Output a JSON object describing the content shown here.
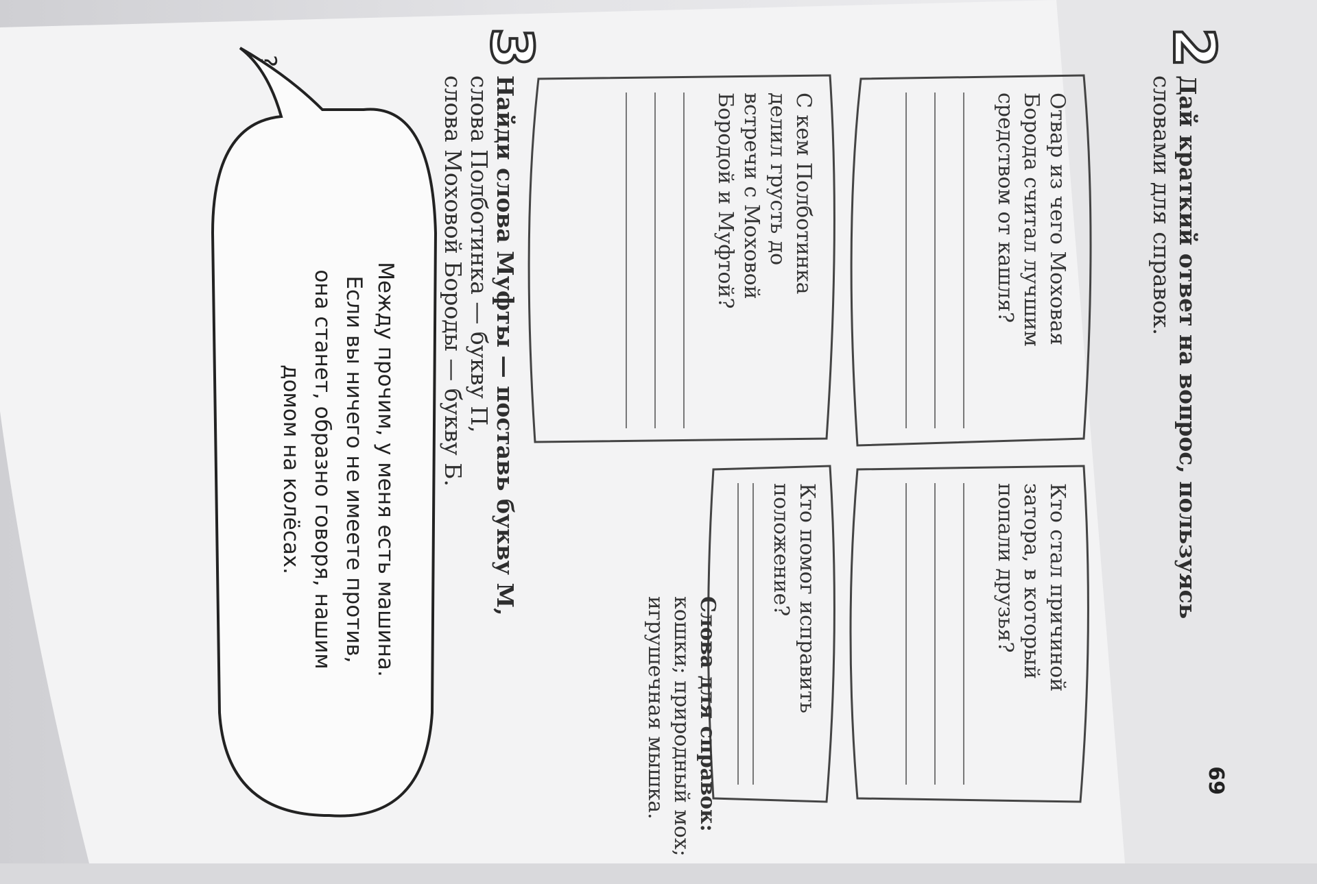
{
  "page_number": "69",
  "task2": {
    "number": "2",
    "line1": "Дай краткий ответ на вопрос, пользуясь",
    "line2": "словами для справок."
  },
  "cards": [
    {
      "q_lines": [
        "Отвар из чего Моховая",
        "Борода считал лучшим",
        "средством от кашля?"
      ]
    },
    {
      "q_lines": [
        "Кто стал причиной",
        "затора, в который",
        "попали друзья?"
      ]
    },
    {
      "q_lines": [
        "С кем Полботинка",
        "делил грусть до",
        "встречи с Моховой",
        "Бородой и Муфтой?"
      ]
    },
    {
      "q_lines": [
        "Кто помог исправить",
        "положение?"
      ]
    }
  ],
  "hint": {
    "heading": "Слова для справок:",
    "line1": "кошки; природный мох;",
    "line2": "игрушечная мышка."
  },
  "task3": {
    "number": "3",
    "line1": "Найди слова Муфты — поставь букву М,",
    "line2": "слова Полботинка — букву П,",
    "line3": "слова Моховой Бороды — букву Б."
  },
  "bubble": {
    "question_mark": "?",
    "line1": "Между прочим, у меня есть машина.",
    "line2": "Если вы ничего не имеете против,",
    "line3": "она станет, образно говоря, нашим",
    "line4": "домом на колёсах."
  }
}
